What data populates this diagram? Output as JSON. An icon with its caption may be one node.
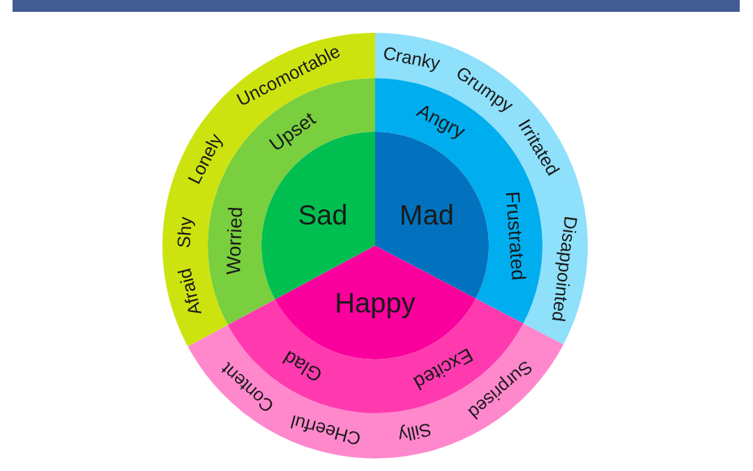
{
  "diagram": {
    "nodes": [
      {
        "text": [
          "Afraid",
          "Shy",
          "Lonely",
          "Uncomortable"
        ]
      },
      {
        "text": [
          "Cranky",
          "Grumpy",
          "Irritated",
          "Disappointed"
        ]
      },
      {
        "text": [
          "Surprised",
          "Silly",
          "CHeerful",
          "Content"
        ]
      },
      {
        "text": [
          "Worried",
          "Upset"
        ]
      },
      {
        "text": [
          "Angry",
          "Frustrated"
        ]
      },
      {
        "text": [
          "Excited",
          "Glad"
        ]
      },
      {
        "text": [
          "Sad"
        ]
      },
      {
        "text": [
          "Mad"
        ]
      },
      {
        "text": [
          "Happy"
        ]
      }
    ],
    "edges": []
  }
}
